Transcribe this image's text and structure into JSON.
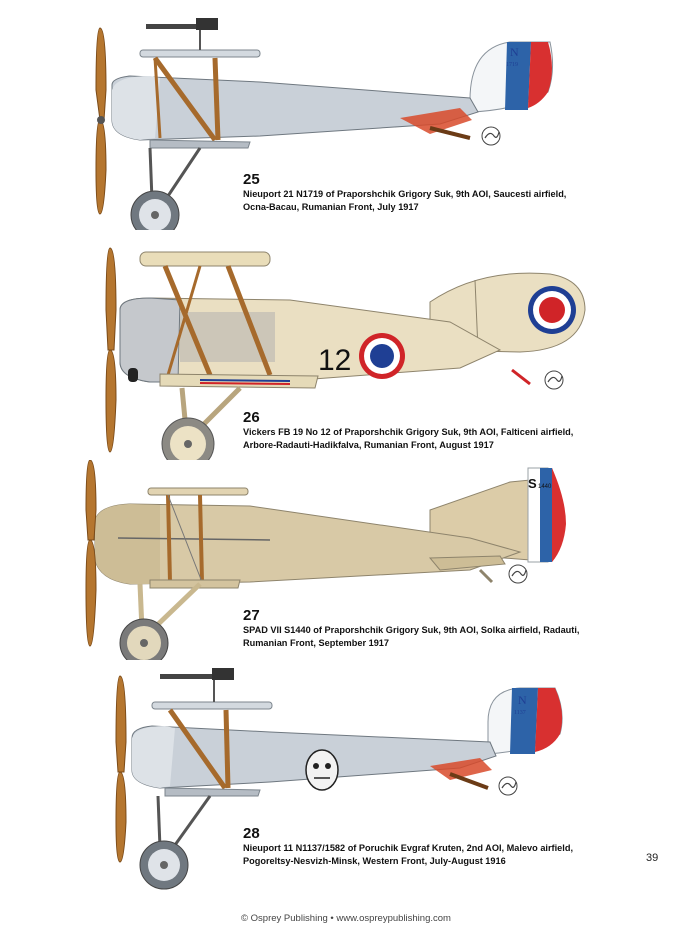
{
  "plates": [
    {
      "number": "25",
      "caption_line1": "Nieuport 21 N1719 of Praporshchik Grigory Suk, 9th AOI, Saucesti airfield,",
      "caption_line2": "Ocna-Bacau, Rumanian Front, July 1917",
      "rudder_letter": "N",
      "rudder_serial": "1719",
      "body_color": "#c9d0d8"
    },
    {
      "number": "26",
      "caption_line1": "Vickers FB 19 No 12 of Praporshchik Grigory Suk, 9th AOI, Falticeni airfield,",
      "caption_line2": "Arbore-Radauti-Hadikfalva, Rumanian Front, August 1917",
      "fuselage_number": "12",
      "body_color": "#eadfc2"
    },
    {
      "number": "27",
      "caption_line1": "SPAD VII S1440 of Praporshchik Grigory Suk, 9th AOI, Solka airfield, Radauti,",
      "caption_line2": "Rumanian Front, September 1917",
      "rudder_letter": "S",
      "rudder_serial": "1440",
      "body_color": "#d8c9a6"
    },
    {
      "number": "28",
      "caption_line1": "Nieuport 11 N1137/1582 of Poruchik Evgraf Kruten, 2nd AOI, Malevo airfield,",
      "caption_line2": "Pogoreltsy-Nesvizh-Minsk, Western Front, July-August 1916",
      "rudder_letter": "N",
      "rudder_serial": "1137",
      "body_color": "#c9d0d8"
    }
  ],
  "page_number": "39",
  "footer": "© Osprey Publishing • www.ospreypublishing.com",
  "colors": {
    "roundel_blue": "#1f3f94",
    "roundel_red": "#d02428",
    "propeller": "#b5762f",
    "strut": "#a66a2c"
  }
}
